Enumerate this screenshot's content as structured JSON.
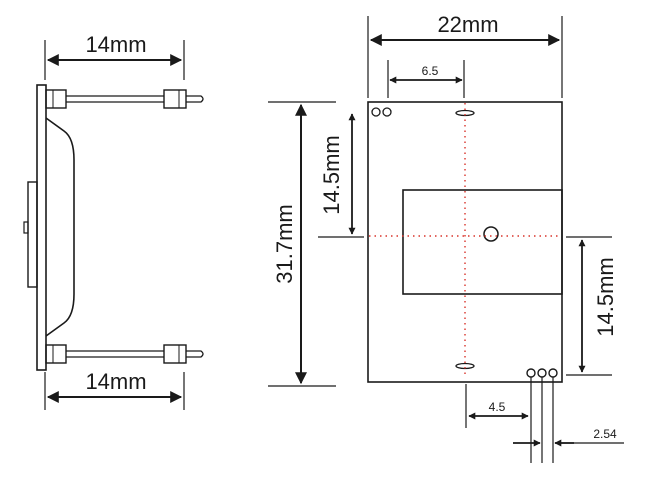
{
  "side_view": {
    "top_width_label": "14mm",
    "bottom_width_label": "14mm"
  },
  "front_view": {
    "width_label": "22mm",
    "hole_offset_label": "6.5",
    "height_label": "31.7mm",
    "upper_offset_label": "14.5mm",
    "lower_offset_label": "14.5mm",
    "pin_offset_label": "4.5",
    "pin_pitch_label": "2.54"
  },
  "colors": {
    "line": "#1a1a1a",
    "centerline": "#d9342b"
  }
}
